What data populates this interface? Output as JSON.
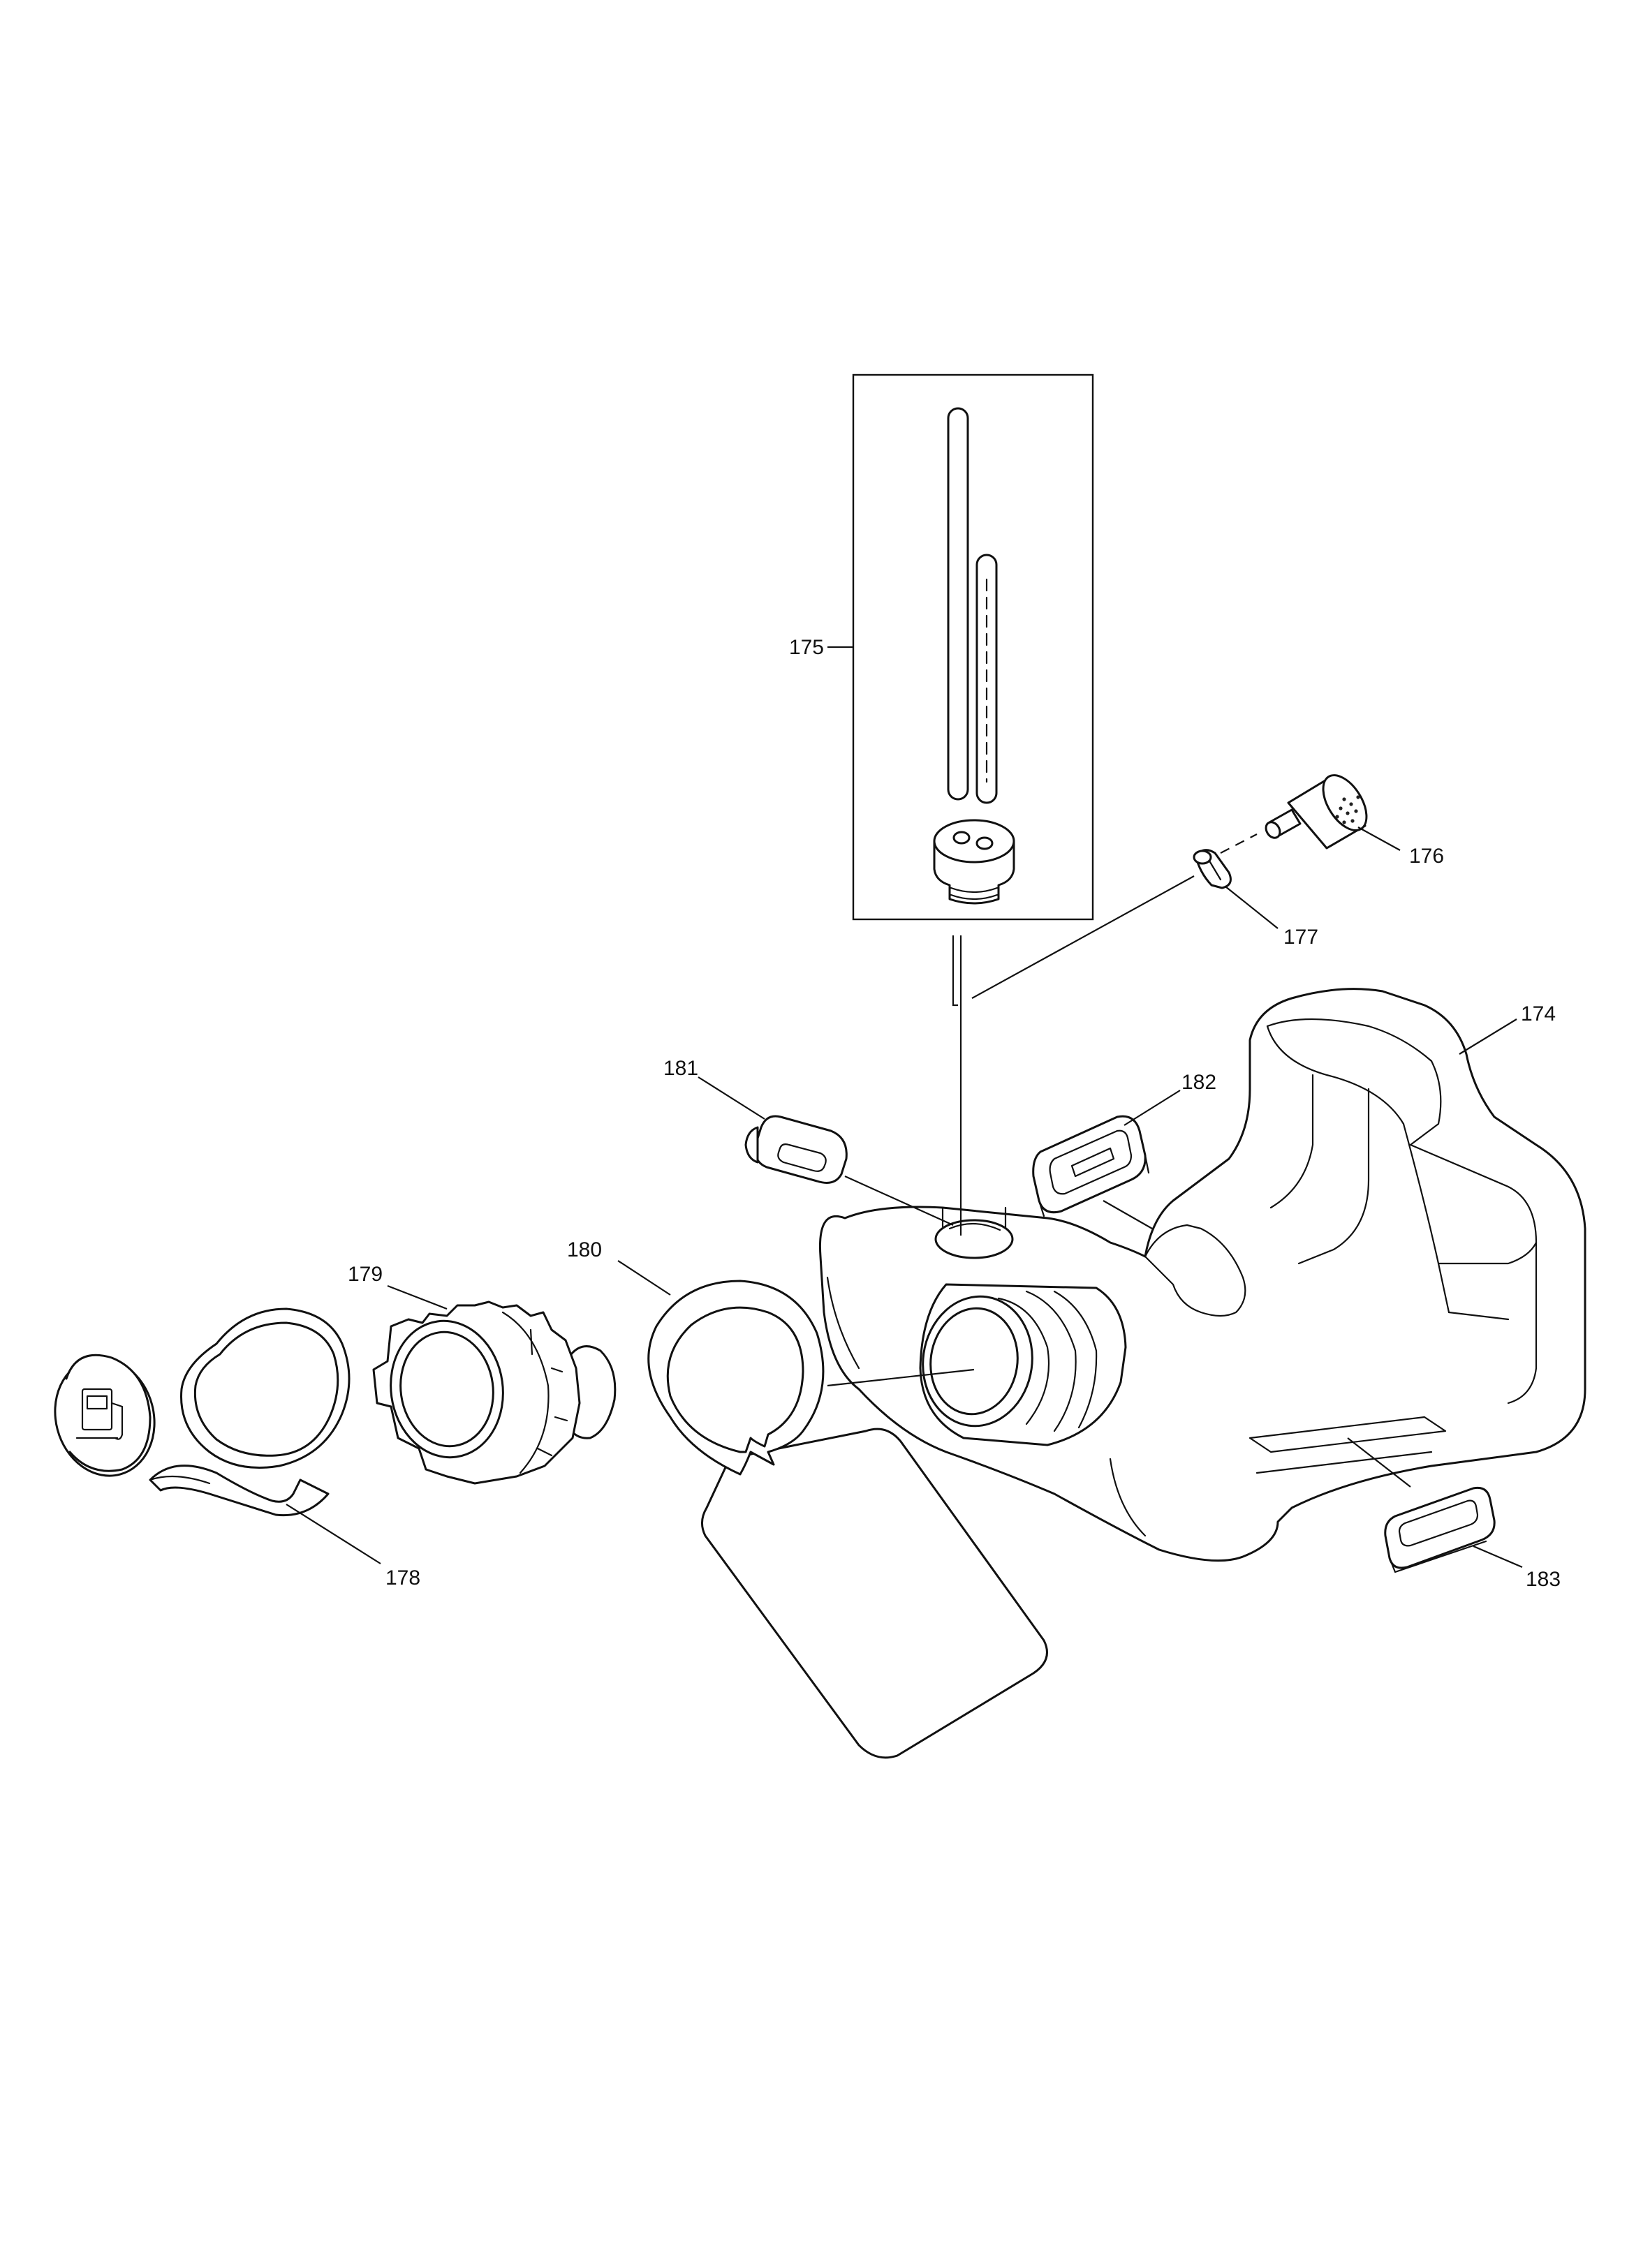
{
  "diagram": {
    "callouts": {
      "c174": "174",
      "c175": "175",
      "c176": "176",
      "c177": "177",
      "c178": "178",
      "c179": "179",
      "c180": "180",
      "c181": "181",
      "c182": "182",
      "c183": "183"
    }
  }
}
